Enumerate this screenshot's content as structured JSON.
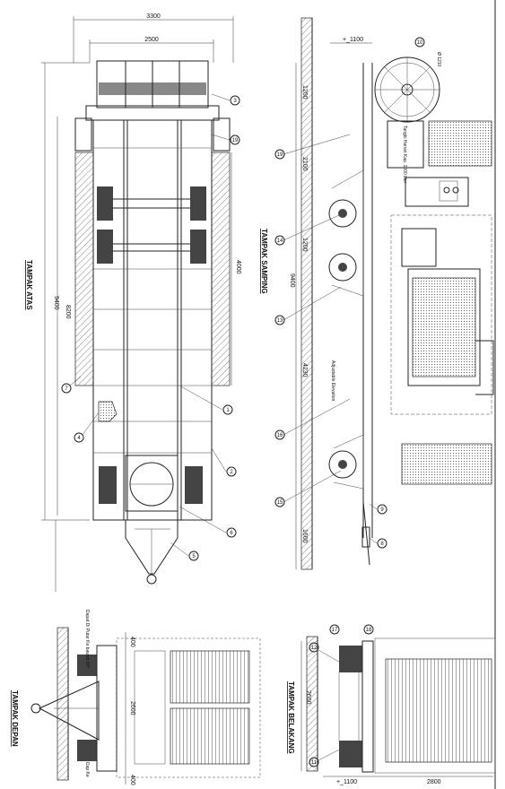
{
  "views": {
    "top": {
      "title": "TAMPAK ATAS",
      "dims": {
        "overall_width": "3300",
        "inner_width": "2500",
        "overall_length": "9400",
        "frame_length": "8200",
        "body_length": "4000"
      }
    },
    "side": {
      "title": "TAMPAK SAMPING",
      "dims": {
        "front_offset": "+_1100",
        "d1": "1200",
        "d2": "2100",
        "d3": "1200",
        "d4": "4230",
        "d5": "1600",
        "overall_length": "9400"
      },
      "notes": {
        "adjustable": "Adjustable Elevation",
        "tank": "Tangki Harian Kap. 1000 liter"
      },
      "reel_dim": "Ø 1210"
    },
    "front": {
      "title": "TAMPAK DEPAN",
      "dims": {
        "top": "400",
        "mid": "2600",
        "bottom": "400"
      },
      "note": "Dapat Di Putar Ke bawah 90°",
      "note2": "Dap Ke"
    },
    "rear": {
      "title": "TAMPAK BELAKANG",
      "dims": {
        "height": "2600",
        "bottom_offset": "+_1100",
        "width": "2800"
      }
    }
  },
  "callouts": {
    "c1": "1",
    "c2": "2",
    "c3": "3",
    "c4": "4",
    "c5": "5",
    "c6": "6",
    "c7": "7",
    "c8": "8",
    "c9": "9",
    "c10": "10",
    "c11": "11",
    "c12": "12",
    "c13": "13",
    "c14": "14",
    "c15": "15",
    "c16": "16",
    "c17": "17",
    "c18": "18",
    "c19": "19"
  }
}
